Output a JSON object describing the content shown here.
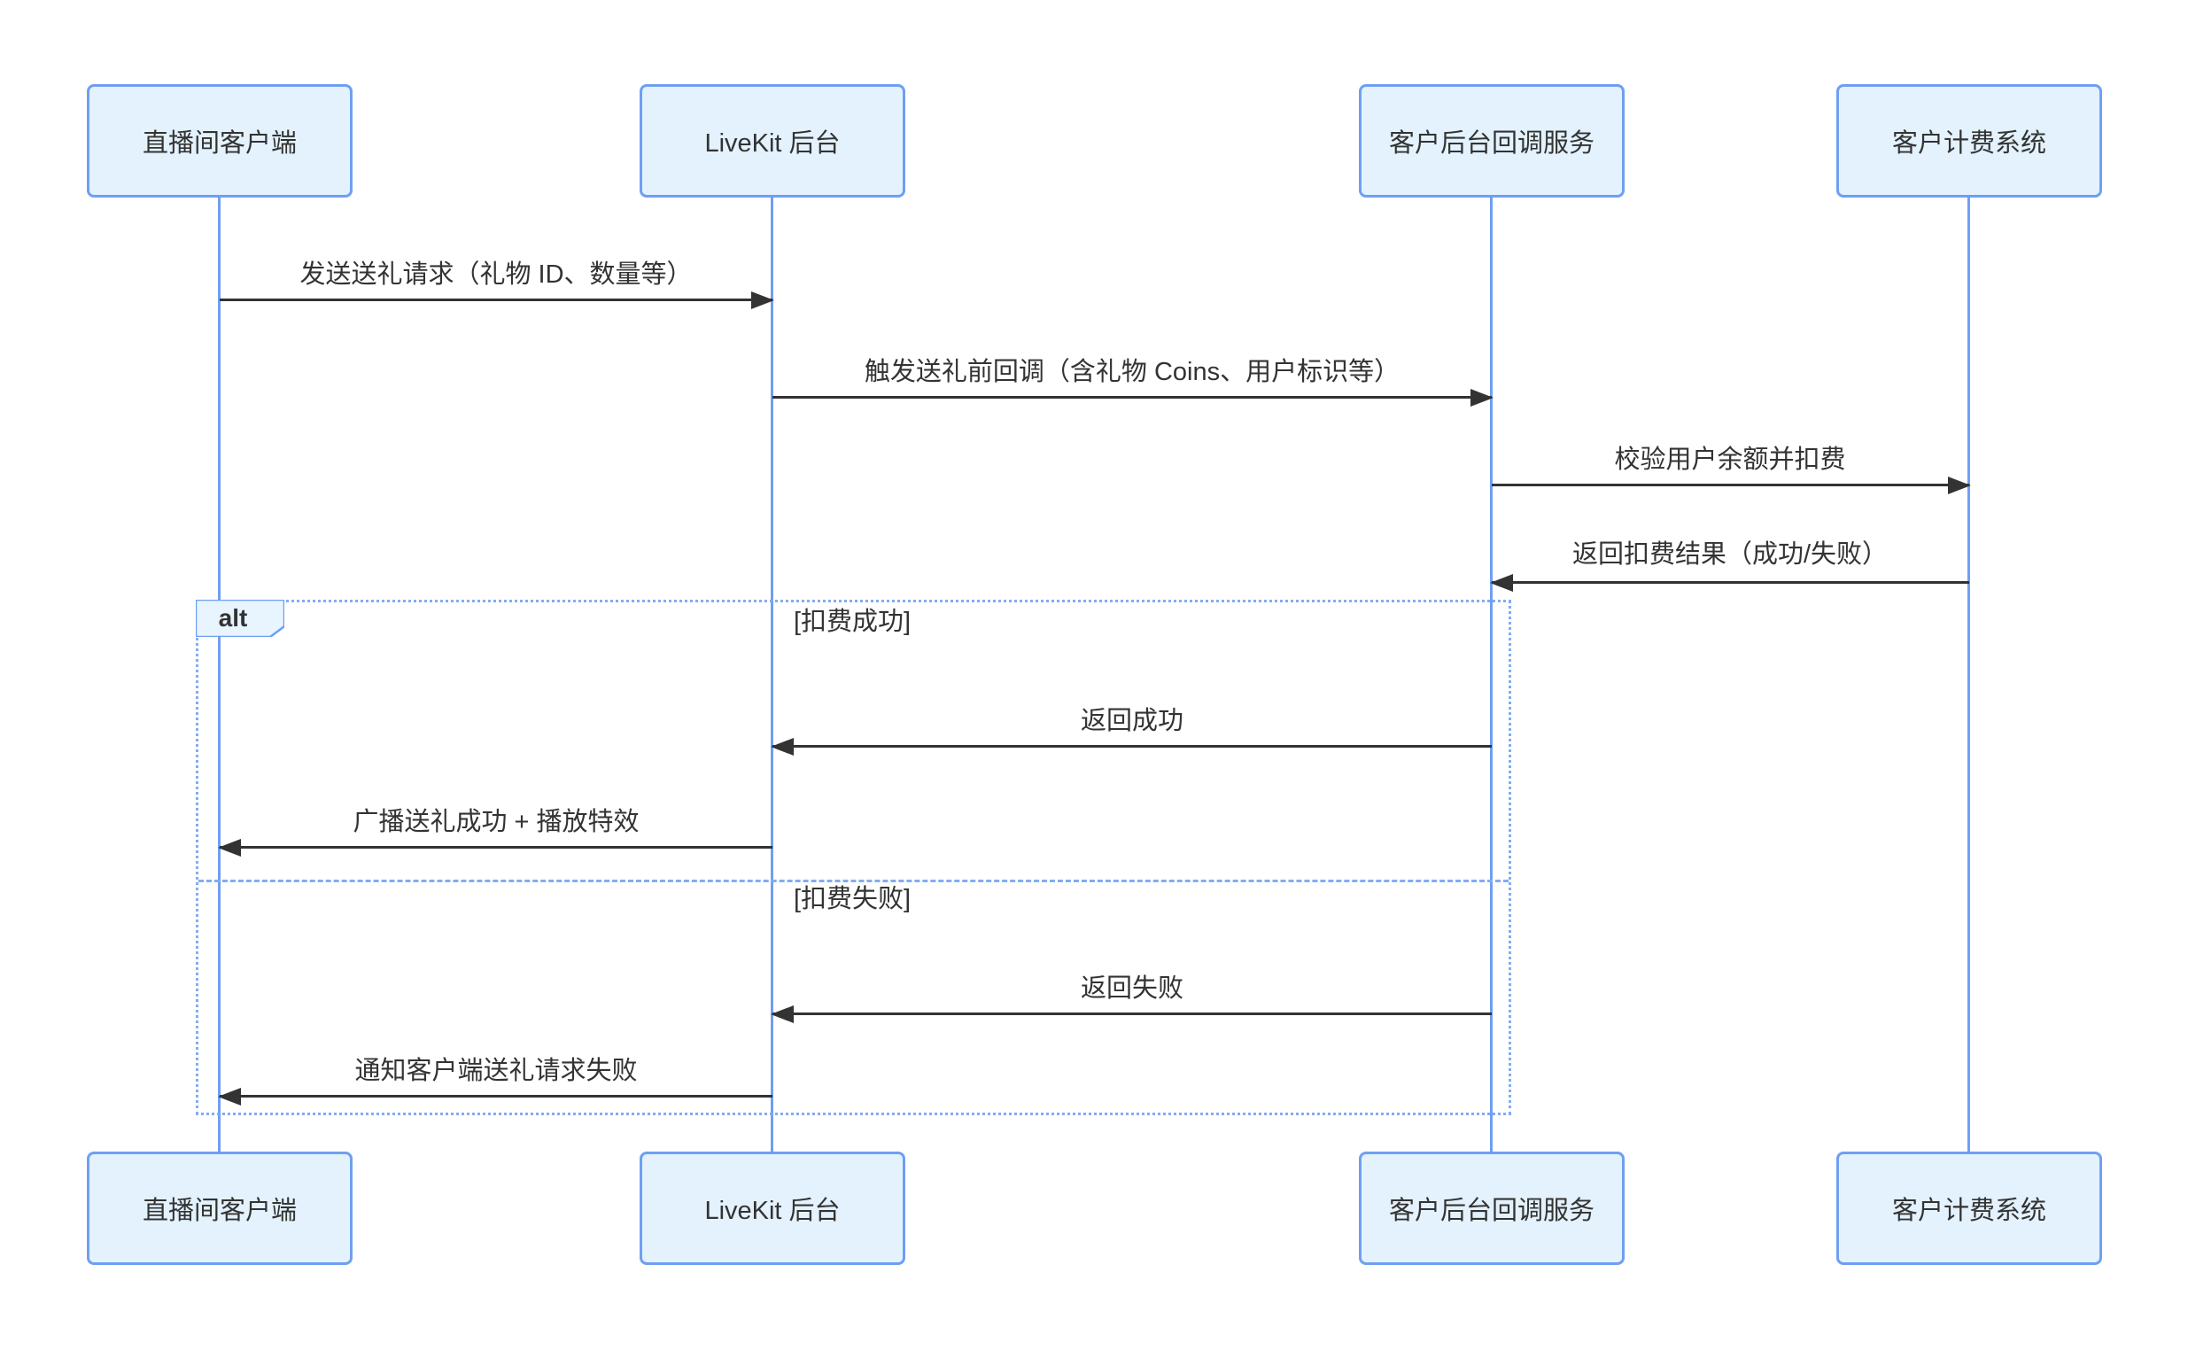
{
  "diagram": {
    "type": "sequence-diagram",
    "participants": [
      {
        "name": "直播间客户端"
      },
      {
        "name": "LiveKit 后台"
      },
      {
        "name": "客户后台回调服务"
      },
      {
        "name": "客户计费系统"
      }
    ],
    "messages": [
      {
        "from": "直播间客户端",
        "to": "LiveKit 后台",
        "label": "发送送礼请求（礼物 ID、数量等）",
        "direction": "right"
      },
      {
        "from": "LiveKit 后台",
        "to": "客户后台回调服务",
        "label": "触发送礼前回调（含礼物 Coins、用户标识等）",
        "direction": "right"
      },
      {
        "from": "客户后台回调服务",
        "to": "客户计费系统",
        "label": "校验用户余额并扣费",
        "direction": "right"
      },
      {
        "from": "客户计费系统",
        "to": "客户后台回调服务",
        "label": "返回扣费结果（成功/失败）",
        "direction": "left"
      },
      {
        "from": "客户后台回调服务",
        "to": "LiveKit 后台",
        "label": "返回成功",
        "direction": "left",
        "branch": "扣费成功"
      },
      {
        "from": "LiveKit 后台",
        "to": "直播间客户端",
        "label": "广播送礼成功 + 播放特效",
        "direction": "left",
        "branch": "扣费成功"
      },
      {
        "from": "客户后台回调服务",
        "to": "LiveKit 后台",
        "label": "返回失败",
        "direction": "left",
        "branch": "扣费失败"
      },
      {
        "from": "LiveKit 后台",
        "to": "直播间客户端",
        "label": "通知客户端送礼请求失败",
        "direction": "left",
        "branch": "扣费失败"
      }
    ],
    "alt_frame": {
      "label": "alt",
      "branches": [
        {
          "guard": "[扣费成功]"
        },
        {
          "guard": "[扣费失败]"
        }
      ]
    }
  },
  "colors": {
    "background": "#ffffff",
    "box_fill": "#e3f2fd",
    "box_border": "#6f9ff3",
    "lifeline": "#6f9ff3",
    "frame_border": "#82acf2",
    "arrow": "#333333",
    "text": "#333333"
  }
}
